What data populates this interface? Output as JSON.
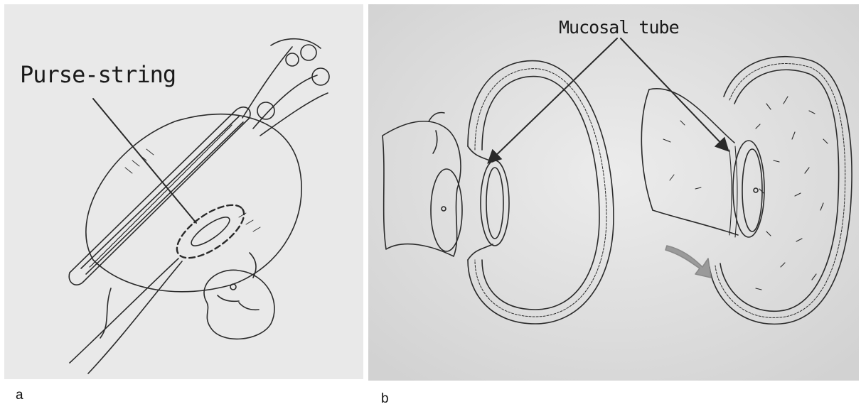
{
  "figure": {
    "panel_a": {
      "callout": "Purse-string",
      "sublabel": "a"
    },
    "panel_b": {
      "callout": "Mucosal tube",
      "sublabel": "b"
    }
  },
  "colors": {
    "ink": "#2a2a2a",
    "panel_a_bg": "#e9e9e9",
    "panel_b_bg": "#e3e3e3",
    "arrow_fill": "#9a9a9a"
  }
}
